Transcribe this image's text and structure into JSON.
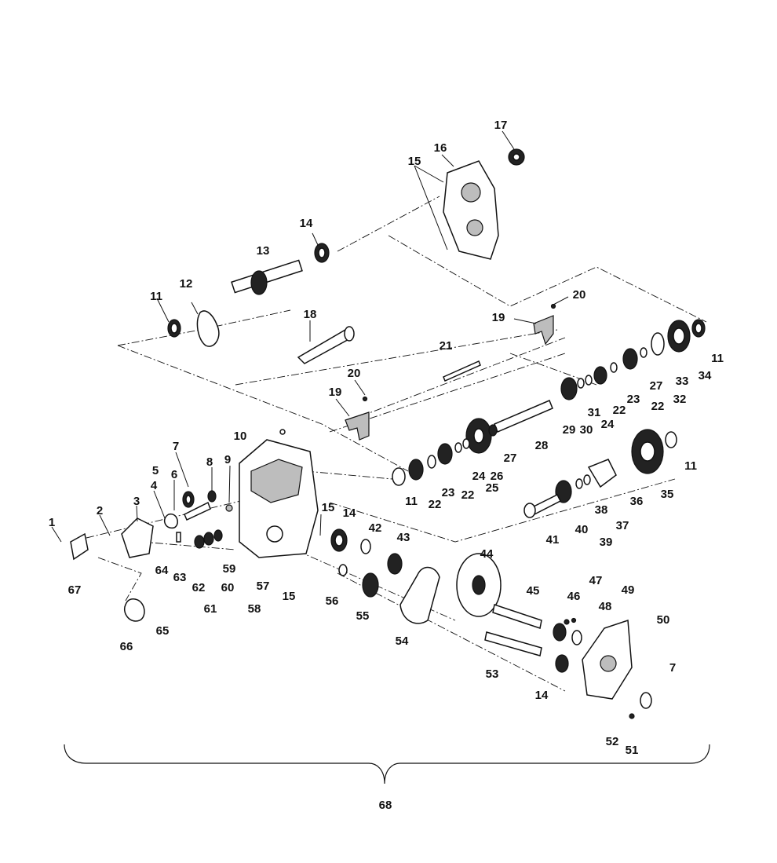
{
  "labels": [
    "1",
    "2",
    "3",
    "4",
    "5",
    "6",
    "7",
    "8",
    "9",
    "10",
    "11",
    "12",
    "13",
    "14",
    "15",
    "16",
    "17",
    "18",
    "19",
    "20",
    "21",
    "22",
    "23",
    "24",
    "25",
    "26",
    "27",
    "28",
    "29",
    "30",
    "31",
    "32",
    "33",
    "34",
    "35",
    "36",
    "37",
    "38",
    "39",
    "40",
    "41",
    "42",
    "43",
    "44",
    "45",
    "46",
    "47",
    "48",
    "49",
    "50",
    "51",
    "52",
    "53",
    "54",
    "55",
    "56",
    "57",
    "58",
    "59",
    "60",
    "61",
    "62",
    "63",
    "64",
    "65",
    "66",
    "67",
    "68"
  ]
}
